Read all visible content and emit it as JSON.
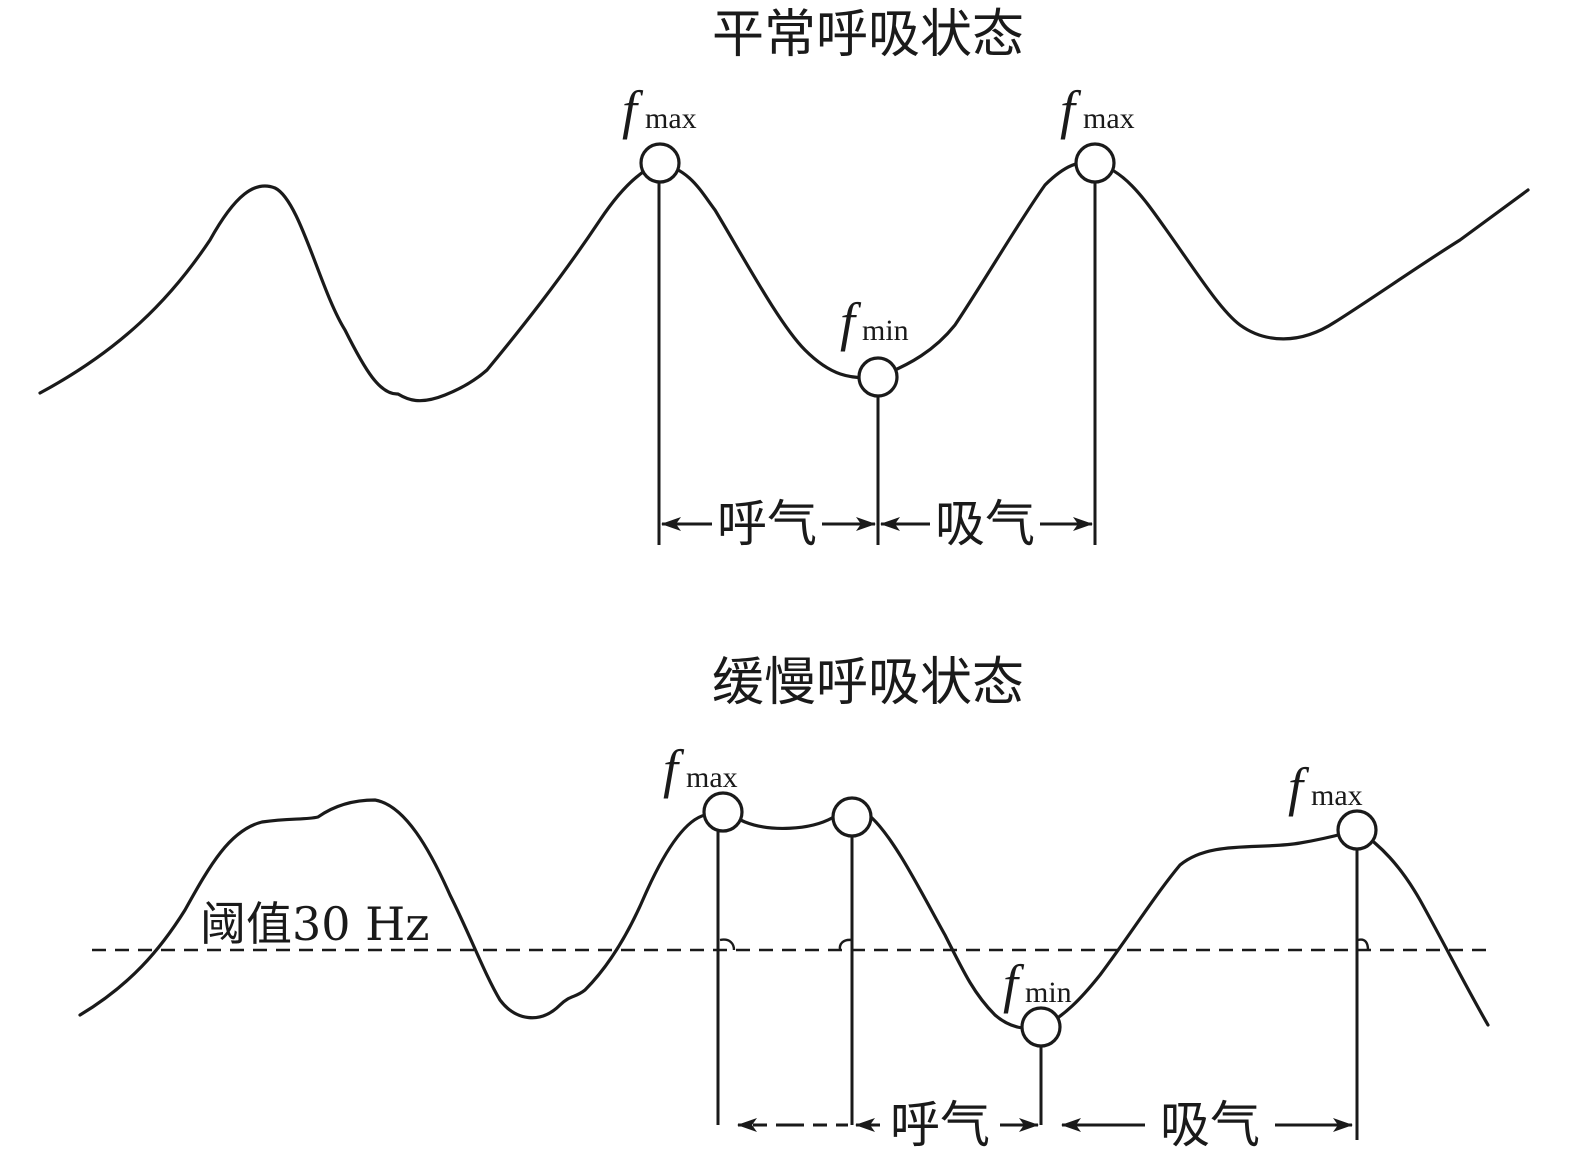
{
  "colors": {
    "ink": "#1a1a1a",
    "background": "#ffffff"
  },
  "normal": {
    "title": "平常呼吸状态",
    "fmax_1": {
      "symbol": "f",
      "sub": "max"
    },
    "fmin": {
      "symbol": "f",
      "sub": "min"
    },
    "fmax_2": {
      "symbol": "f",
      "sub": "max"
    },
    "exhale_label": "呼气",
    "inhale_label": "吸气"
  },
  "slow": {
    "title": "缓慢呼吸状态",
    "threshold_label": "阈值30 Hz",
    "fmax_1": {
      "symbol": "f",
      "sub": "max"
    },
    "fmin": {
      "symbol": "f",
      "sub": "min"
    },
    "fmax_2": {
      "symbol": "f",
      "sub": "max"
    },
    "exhale_label": "呼气",
    "inhale_label": "吸气"
  }
}
